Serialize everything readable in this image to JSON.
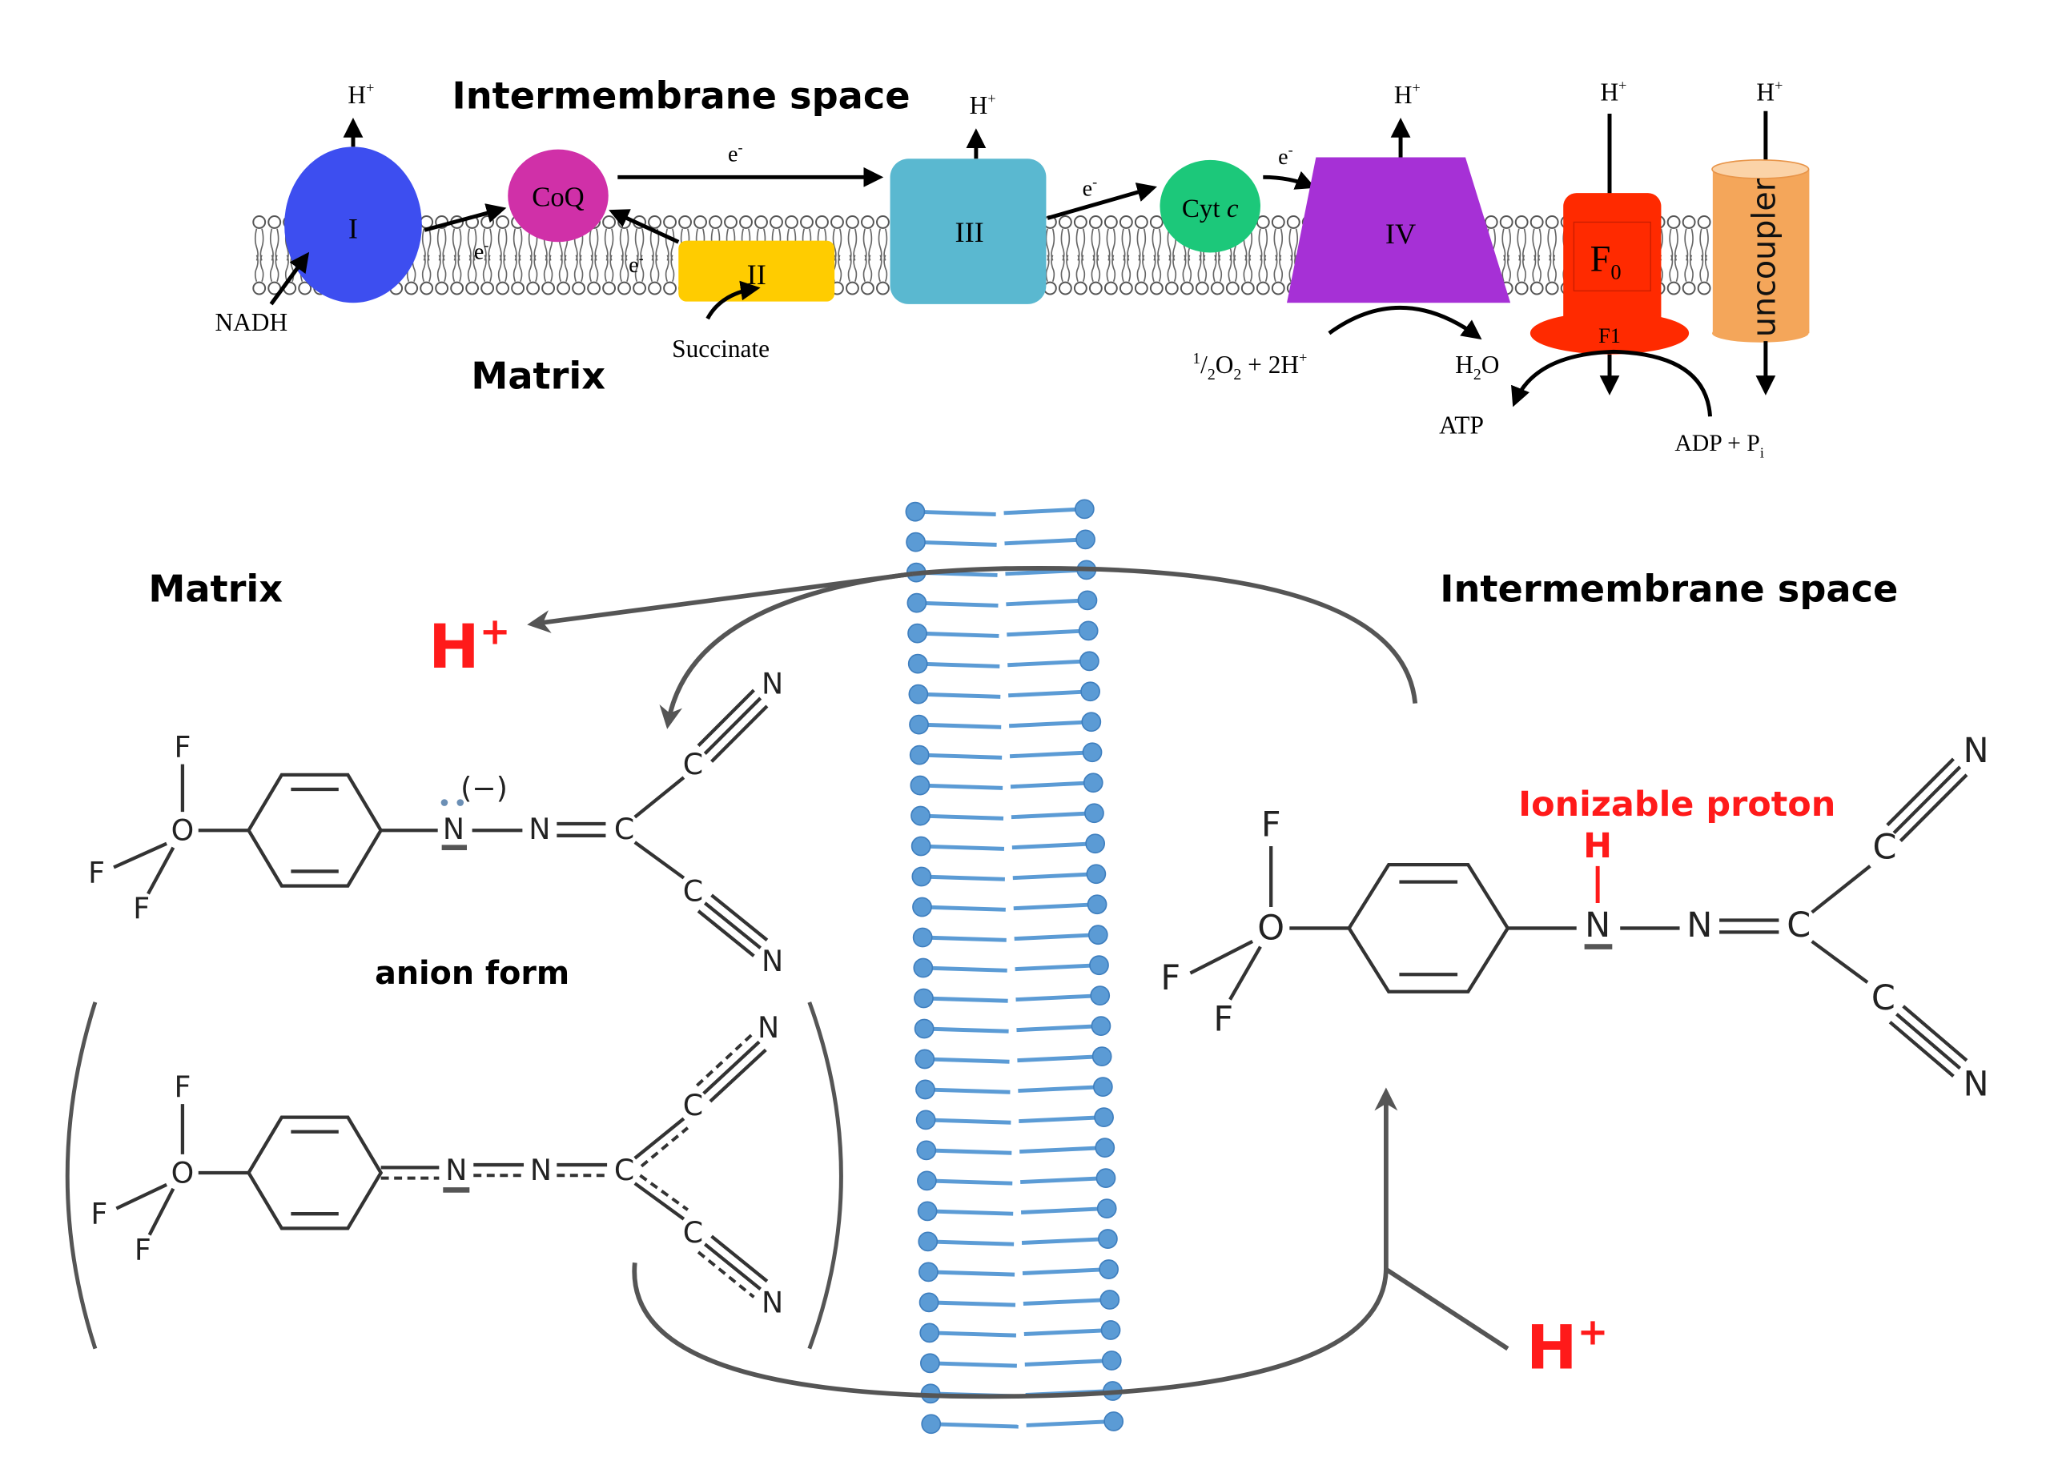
{
  "top_panel": {
    "intermembrane_label": "Intermembrane space",
    "matrix_label": "Matrix",
    "complexes": {
      "complex_I": {
        "label": "I",
        "color": "#3d4ef0"
      },
      "coq": {
        "label": "CoQ",
        "color": "#d030a8"
      },
      "complex_II": {
        "label": "II",
        "color": "#ffcc00"
      },
      "complex_III": {
        "label": "III",
        "color": "#5ab8d0"
      },
      "cyt_c": {
        "label": "Cyt ",
        "label_italic": "c",
        "color": "#1cc87a"
      },
      "complex_IV": {
        "label": "IV",
        "color": "#a630d6"
      },
      "atp_synthase": {
        "f0_label": "F",
        "f0_sub": "0",
        "f1_label": "F1",
        "color": "#ff2a00"
      },
      "uncoupler": {
        "label": "uncoupler",
        "color": "#f4a65a"
      }
    },
    "h_plus": {
      "base": "H",
      "sup": "+"
    },
    "electron": {
      "base": "e",
      "sup": "-"
    },
    "nadh": "NADH",
    "succinate": "Succinate",
    "oxygen_reaction": {
      "one": "1",
      "slash": "/",
      "two": "2",
      "o": "O",
      "o_sub": "2",
      "rest": " + 2H",
      "sup": "+"
    },
    "water": {
      "h": "H",
      "sub": "2",
      "o": "O"
    },
    "atp": "ATP",
    "adp": {
      "text": "ADP + P",
      "sub": "i"
    }
  },
  "bottom_panel": {
    "matrix_label": "Matrix",
    "intermembrane_label": "Intermembrane space",
    "h_plus": {
      "base": "H",
      "sup": "+"
    },
    "anion_form_label": "anion form",
    "ionizable_proton_label": "Ionizable proton",
    "anion_charge": "(−)",
    "atoms": {
      "F": "F",
      "O": "O",
      "N": "N",
      "C": "C",
      "H": "H"
    },
    "highlight_color": "#ff1a1a",
    "lipid_color": "#5b9bd5"
  }
}
